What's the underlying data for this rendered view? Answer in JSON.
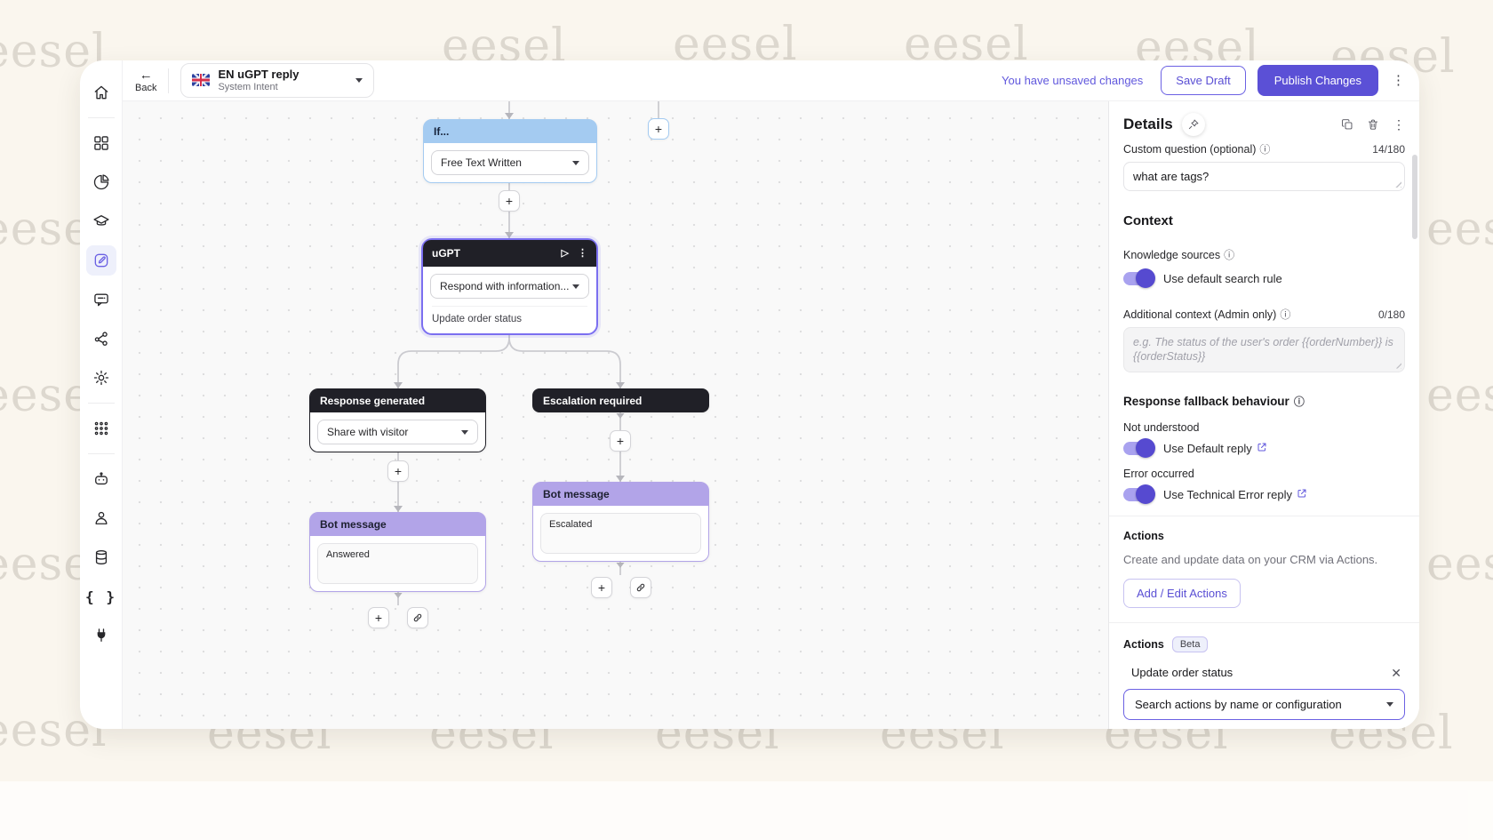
{
  "topbar": {
    "back_label": "Back",
    "intent": {
      "title": "EN uGPT reply",
      "subtitle": "System Intent"
    },
    "unsaved_text": "You have unsaved changes",
    "save_draft_label": "Save Draft",
    "publish_label": "Publish Changes"
  },
  "sidebar": {
    "icons": [
      "home",
      "dashboard-grid",
      "pie-chart",
      "graduation-cap",
      "edit-compose",
      "chat-bubble",
      "share-nodes",
      "settings-gear",
      "apps-grid",
      "bot",
      "person",
      "database",
      "code-braces",
      "plug"
    ],
    "active_icon": "edit-compose"
  },
  "canvas": {
    "nodes": {
      "if_node": {
        "title": "If...",
        "dropdown_value": "Free Text Written"
      },
      "ugpt": {
        "title": "uGPT",
        "dropdown_value": "Respond with information...",
        "action_label": "Update order status"
      },
      "response_generated": {
        "title": "Response generated",
        "dropdown_value": "Share with visitor"
      },
      "escalation_required": {
        "title": "Escalation required"
      },
      "bot_message_left": {
        "title": "Bot message",
        "message": "Answered"
      },
      "bot_message_right": {
        "title": "Bot message",
        "message": "Escalated"
      }
    }
  },
  "details": {
    "title": "Details",
    "custom_question": {
      "label": "Custom question (optional)",
      "counter": "14/180",
      "value": "what are tags?"
    },
    "context_heading": "Context",
    "knowledge_sources": {
      "label": "Knowledge sources",
      "toggle_label": "Use default search rule",
      "toggle_on": true
    },
    "additional_context": {
      "label": "Additional context (Admin only)",
      "counter": "0/180",
      "placeholder": "e.g. The status of the user's order {{orderNumber}} is {{orderStatus}}"
    },
    "fallback": {
      "heading": "Response fallback behaviour",
      "not_understood_label": "Not understood",
      "default_reply_label": "Use Default reply",
      "error_label": "Error occurred",
      "technical_reply_label": "Use Technical Error reply"
    },
    "actions": {
      "heading": "Actions",
      "description": "Create and update data on your CRM via Actions.",
      "button_label": "Add / Edit Actions"
    },
    "actions_beta": {
      "heading": "Actions",
      "badge": "Beta",
      "item_label": "Update order status",
      "select_placeholder": "Search actions by name or configuration"
    }
  },
  "watermark_text": "eesel",
  "colors": {
    "accent": "#5b50d6",
    "unsaved_text": "#6158dd",
    "node_dark": "#202027",
    "node_blue": "#a4cbf1",
    "node_purple": "#b2a4e8"
  }
}
